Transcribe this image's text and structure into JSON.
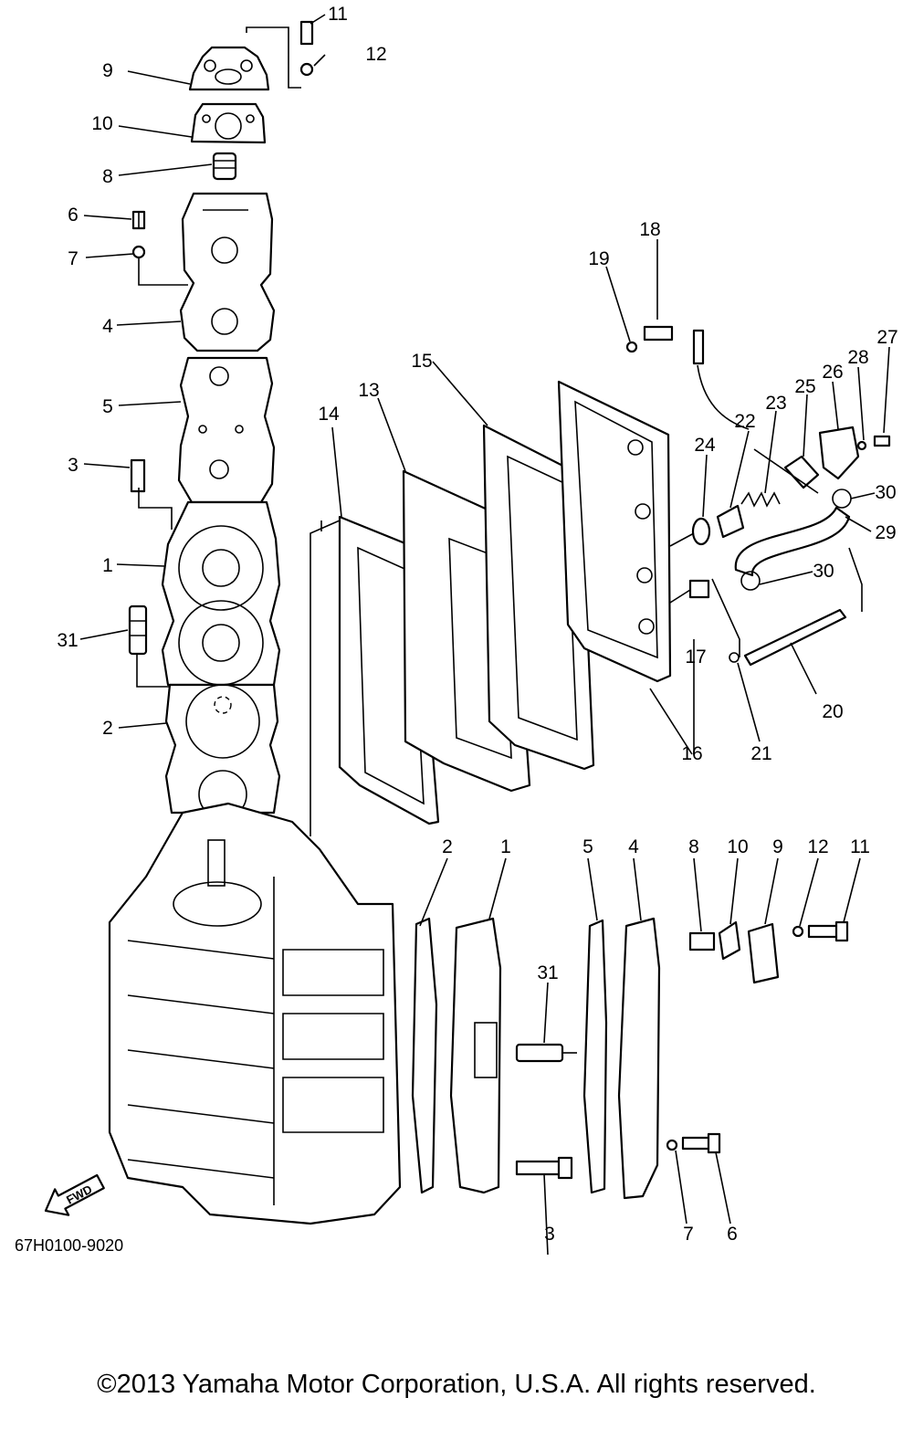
{
  "callouts": [
    {
      "id": "c11a",
      "text": "11"
    },
    {
      "id": "c12a",
      "text": "12"
    },
    {
      "id": "c9a",
      "text": "9"
    },
    {
      "id": "c10a",
      "text": "10"
    },
    {
      "id": "c8a",
      "text": "8"
    },
    {
      "id": "c6a",
      "text": "6"
    },
    {
      "id": "c7a",
      "text": "7"
    },
    {
      "id": "c4a",
      "text": "4"
    },
    {
      "id": "c5a",
      "text": "5"
    },
    {
      "id": "c3a",
      "text": "3"
    },
    {
      "id": "c1a",
      "text": "1"
    },
    {
      "id": "c31a",
      "text": "31"
    },
    {
      "id": "c2a",
      "text": "2"
    },
    {
      "id": "c18",
      "text": "18"
    },
    {
      "id": "c19",
      "text": "19"
    },
    {
      "id": "c15",
      "text": "15"
    },
    {
      "id": "c13",
      "text": "13"
    },
    {
      "id": "c14",
      "text": "14"
    },
    {
      "id": "c27",
      "text": "27"
    },
    {
      "id": "c28",
      "text": "28"
    },
    {
      "id": "c26",
      "text": "26"
    },
    {
      "id": "c25",
      "text": "25"
    },
    {
      "id": "c23",
      "text": "23"
    },
    {
      "id": "c22",
      "text": "22"
    },
    {
      "id": "c24",
      "text": "24"
    },
    {
      "id": "c30a",
      "text": "30"
    },
    {
      "id": "c29",
      "text": "29"
    },
    {
      "id": "c30b",
      "text": "30"
    },
    {
      "id": "c17",
      "text": "17"
    },
    {
      "id": "c20",
      "text": "20"
    },
    {
      "id": "c16",
      "text": "16"
    },
    {
      "id": "c21",
      "text": "21"
    },
    {
      "id": "c2b",
      "text": "2"
    },
    {
      "id": "c1b",
      "text": "1"
    },
    {
      "id": "c5b",
      "text": "5"
    },
    {
      "id": "c4b",
      "text": "4"
    },
    {
      "id": "c8b",
      "text": "8"
    },
    {
      "id": "c10b",
      "text": "10"
    },
    {
      "id": "c9b",
      "text": "9"
    },
    {
      "id": "c12b",
      "text": "12"
    },
    {
      "id": "c11b",
      "text": "11"
    },
    {
      "id": "c31b",
      "text": "31"
    },
    {
      "id": "c3b",
      "text": "3"
    },
    {
      "id": "c7b",
      "text": "7"
    },
    {
      "id": "c6b",
      "text": "6"
    }
  ],
  "fwd_label": "FWD",
  "diagram_code": "67H0100-9020",
  "footer": "©2013 Yamaha Motor Corporation, U.S.A. All rights reserved."
}
